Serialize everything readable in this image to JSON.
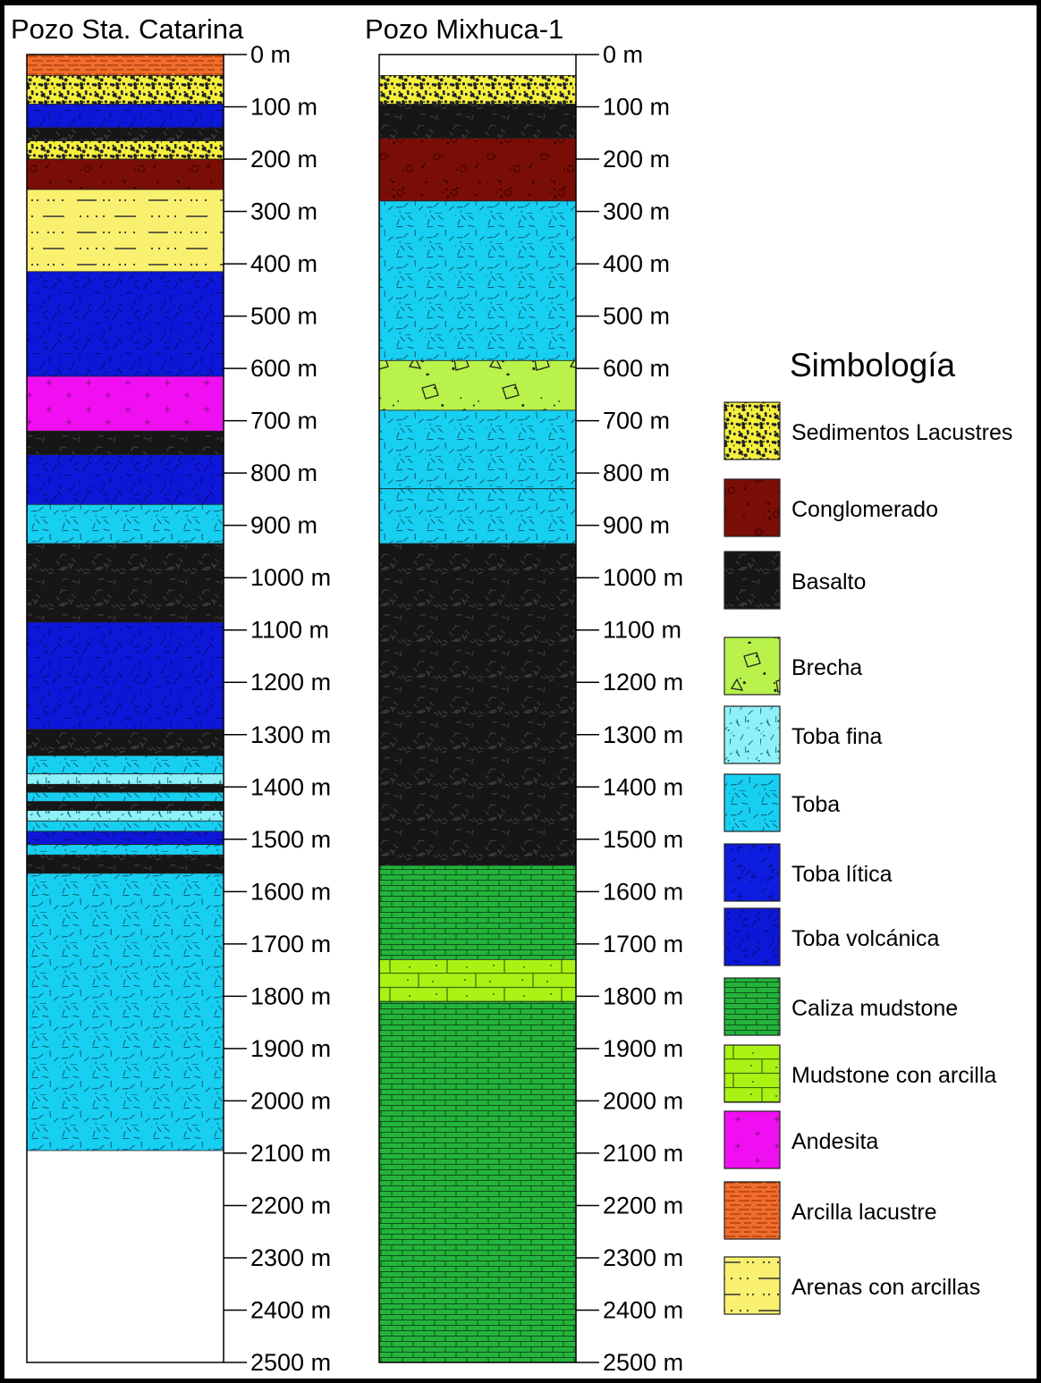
{
  "wells": [
    {
      "name": "Pozo Sta. Catarina",
      "layers": [
        {
          "from": 0,
          "to": 40,
          "lith": "arcilla"
        },
        {
          "from": 40,
          "to": 95,
          "lith": "sed"
        },
        {
          "from": 95,
          "to": 140,
          "lith": "tobavol"
        },
        {
          "from": 140,
          "to": 165,
          "lith": "basalto"
        },
        {
          "from": 165,
          "to": 200,
          "lith": "sed"
        },
        {
          "from": 200,
          "to": 258,
          "lith": "conglo"
        },
        {
          "from": 258,
          "to": 415,
          "lith": "arenas"
        },
        {
          "from": 415,
          "to": 615,
          "lith": "tobavol"
        },
        {
          "from": 615,
          "to": 720,
          "lith": "andesita"
        },
        {
          "from": 720,
          "to": 765,
          "lith": "basalto"
        },
        {
          "from": 765,
          "to": 860,
          "lith": "tobavol"
        },
        {
          "from": 860,
          "to": 935,
          "lith": "toba"
        },
        {
          "from": 935,
          "to": 1085,
          "lith": "basalto"
        },
        {
          "from": 1085,
          "to": 1290,
          "lith": "tobavol"
        },
        {
          "from": 1290,
          "to": 1340,
          "lith": "basalto"
        },
        {
          "from": 1340,
          "to": 1375,
          "lith": "toba"
        },
        {
          "from": 1375,
          "to": 1395,
          "lith": "tobafina"
        },
        {
          "from": 1395,
          "to": 1410,
          "lith": "basalto"
        },
        {
          "from": 1410,
          "to": 1428,
          "lith": "toba"
        },
        {
          "from": 1428,
          "to": 1445,
          "lith": "basalto"
        },
        {
          "from": 1445,
          "to": 1465,
          "lith": "tobafina"
        },
        {
          "from": 1465,
          "to": 1485,
          "lith": "toba"
        },
        {
          "from": 1485,
          "to": 1510,
          "lith": "tobavol"
        },
        {
          "from": 1510,
          "to": 1530,
          "lith": "toba"
        },
        {
          "from": 1530,
          "to": 1565,
          "lith": "basalto"
        },
        {
          "from": 1565,
          "to": 2095,
          "lith": "toba"
        }
      ]
    },
    {
      "name": "Pozo Mixhuca-1",
      "layers": [
        {
          "from": 40,
          "to": 95,
          "lith": "sed"
        },
        {
          "from": 95,
          "to": 160,
          "lith": "basalto"
        },
        {
          "from": 160,
          "to": 280,
          "lith": "conglo"
        },
        {
          "from": 280,
          "to": 585,
          "lith": "toba"
        },
        {
          "from": 585,
          "to": 680,
          "lith": "brecha"
        },
        {
          "from": 680,
          "to": 830,
          "lith": "toba"
        },
        {
          "from": 830,
          "to": 935,
          "lith": "toba"
        },
        {
          "from": 935,
          "to": 1550,
          "lith": "basalto"
        },
        {
          "from": 1550,
          "to": 1730,
          "lith": "caliza"
        },
        {
          "from": 1730,
          "to": 1810,
          "lith": "mudarc"
        },
        {
          "from": 1810,
          "to": 2500,
          "lith": "caliza"
        }
      ]
    }
  ],
  "depth_ticks": [
    "0 m",
    "100 m",
    "200 m",
    "300 m",
    "400 m",
    "500 m",
    "600 m",
    "700 m",
    "800 m",
    "900 m",
    "1000 m",
    "1100 m",
    "1200 m",
    "1300 m",
    "1400 m",
    "1500 m",
    "1600 m",
    "1700 m",
    "1800 m",
    "1900 m",
    "2000 m",
    "2100 m",
    "2200 m",
    "2300 m",
    "2400 m",
    "2500 m"
  ],
  "legend": {
    "title": "Simbología",
    "items": [
      {
        "lith": "sed",
        "label": "Sedimentos Lacustres"
      },
      {
        "lith": "conglo",
        "label": "Conglomerado"
      },
      {
        "lith": "basalto",
        "label": "Basalto"
      },
      {
        "lith": "brecha",
        "label": "Brecha"
      },
      {
        "lith": "tobafina",
        "label": "Toba fina"
      },
      {
        "lith": "toba",
        "label": "Toba"
      },
      {
        "lith": "tobalitica",
        "label": "Toba lítica"
      },
      {
        "lith": "tobavol",
        "label": "Toba volcánica"
      },
      {
        "lith": "caliza",
        "label": "Caliza mudstone"
      },
      {
        "lith": "mudarc",
        "label": "Mudstone con arcilla"
      },
      {
        "lith": "andesita",
        "label": "Andesita"
      },
      {
        "lith": "arcilla",
        "label": "Arcilla lacustre"
      },
      {
        "lith": "arenas",
        "label": "Arenas con arcillas"
      }
    ]
  },
  "colors": {
    "sed": "#f5ef3d",
    "conglo": "#7a0e06",
    "basalto": "#161616",
    "brecha": "#b8f24a",
    "tobafina": "#8ff1f8",
    "toba": "#17cff1",
    "tobalitica": "#0f1de0",
    "tobavol": "#0d17d8",
    "caliza": "#24b43c",
    "mudarc": "#a9f214",
    "andesita": "#f00ff0",
    "arcilla": "#f26d2a",
    "arenas": "#f9f070"
  }
}
